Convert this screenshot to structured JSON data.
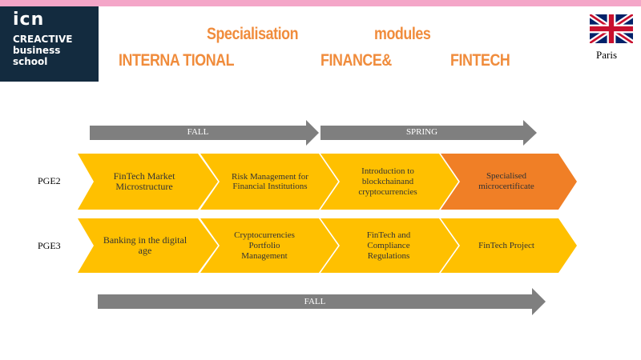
{
  "title": {
    "line1_a": "Specialisation",
    "line1_b": "modules",
    "line2_a": "INTERNA TIONAL",
    "line2_b": "FINANCE&",
    "line2_c": "FINTECH"
  },
  "logo": {
    "line1": "icn",
    "line2": "CREACTIVE",
    "line3": "business",
    "line4": "school"
  },
  "location": "Paris",
  "timeline": {
    "top": [
      "FALL",
      "SPRING"
    ],
    "bottom": "FALL"
  },
  "rows": [
    {
      "label": "PGE2",
      "modules": [
        "FinTech  Market Microstructure",
        "Risk Management for Financial Institutions",
        "Introduction to blockchainand cryptocurrencies",
        "Specialised microcertificate"
      ]
    },
    {
      "label": "PGE3",
      "modules": [
        "Banking in the digital age",
        "Cryptocurrencies Portfolio Management",
        "FinTech and Compliance Regulations",
        "FinTech  Project"
      ]
    }
  ],
  "colors": {
    "module": "#ffc000",
    "highlight": "#f07f26",
    "arrow": "#7f7f7f",
    "title": "#f08c3c",
    "logo_bg": "#132b3f",
    "top_bar": "#f4a6c8"
  }
}
